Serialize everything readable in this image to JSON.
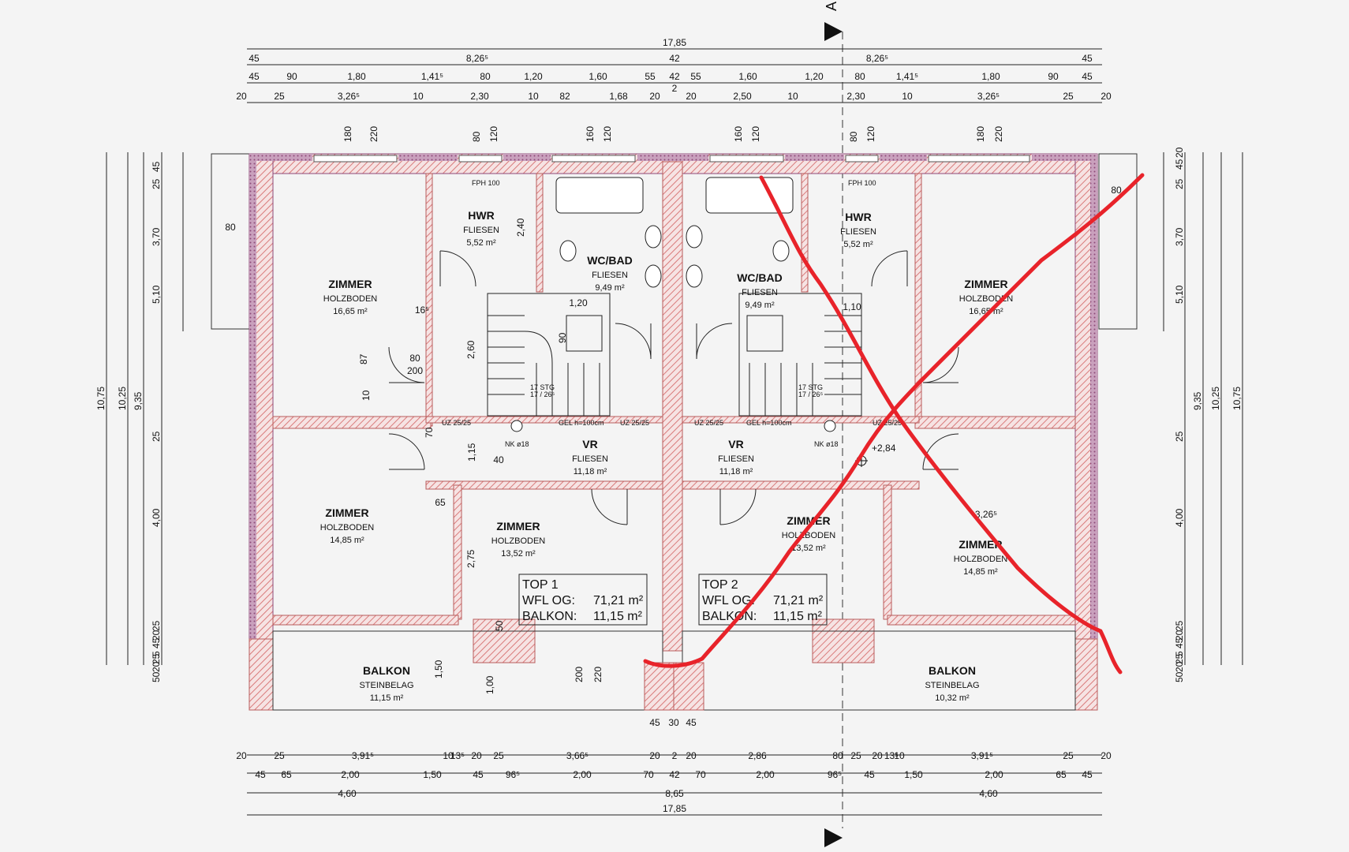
{
  "section_marker": "A",
  "dims_top": {
    "overall": "17,85",
    "row2": [
      "45",
      "8,26⁵",
      "42",
      "8,26⁵",
      "45"
    ],
    "row3": [
      "45",
      "90",
      "1,80",
      "1,41⁵",
      "80",
      "1,20",
      "1,60",
      "55",
      "42",
      "55",
      "1,60",
      "1,20",
      "80",
      "1,41⁵",
      "1,80",
      "90",
      "45"
    ],
    "row3_mid": "2",
    "row4": [
      "20",
      "25",
      "3,26⁵",
      "10",
      "2,30",
      "10",
      "82",
      "1,68",
      "20",
      "20",
      "2,50",
      "10",
      "2,30",
      "10",
      "3,26⁵",
      "25",
      "20"
    ],
    "windows": [
      [
        "180",
        "220"
      ],
      [
        "80",
        "120"
      ],
      [
        "160",
        "120"
      ],
      [
        "160",
        "120"
      ],
      [
        "80",
        "120"
      ],
      [
        "180",
        "220"
      ]
    ]
  },
  "dims_bottom": {
    "row1": [
      "20",
      "25",
      "3,91⁵",
      "10",
      "13⁵",
      "20",
      "25",
      "3,66⁵",
      "20",
      "2",
      "20",
      "2,86",
      "80",
      "25",
      "20",
      "13⁵",
      "10",
      "3,91⁵",
      "25",
      "20"
    ],
    "row2": [
      "45",
      "65",
      "2,00",
      "1,50",
      "45",
      "96⁵",
      "2,00",
      "70",
      "42",
      "70",
      "2,00",
      "96⁵",
      "45",
      "1,50",
      "2,00",
      "65",
      "45"
    ],
    "row3": [
      "4,60",
      "8,65",
      "4,60"
    ],
    "overall": "17,85",
    "stair": [
      "45",
      "30",
      "45"
    ]
  },
  "dims_left": {
    "outer": [
      "10,75",
      "10,25",
      "9,35"
    ],
    "inner": [
      "45",
      "25",
      "3,70",
      "5,10",
      "25",
      "4,00",
      "25",
      "20",
      "45",
      "5",
      "25",
      "20",
      "50"
    ],
    "balcony": "80"
  },
  "dims_right": {
    "outer": [
      "10,75",
      "10,25",
      "9,35"
    ],
    "inner": [
      "20",
      "45",
      "25",
      "3,70",
      "5,10",
      "25",
      "4,00",
      "25",
      "20",
      "45",
      "5",
      "25",
      "20",
      "50"
    ],
    "balcony": "80"
  },
  "rooms": [
    {
      "name": "ZIMMER",
      "floor": "HOLZBODEN",
      "area": "16,65 m²"
    },
    {
      "name": "HWR",
      "floor": "FLIESEN",
      "area": "5,52 m²"
    },
    {
      "name": "WC/BAD",
      "floor": "FLIESEN",
      "area": "9,49 m²"
    },
    {
      "name": "WC/BAD",
      "floor": "FLIESEN",
      "area": "9,49 m²"
    },
    {
      "name": "HWR",
      "floor": "FLIESEN",
      "area": "5,52 m²"
    },
    {
      "name": "ZIMMER",
      "floor": "HOLZBODEN",
      "area": "16,65 m²"
    },
    {
      "name": "ZIMMER",
      "floor": "HOLZBODEN",
      "area": "14,85 m²"
    },
    {
      "name": "VR",
      "floor": "FLIESEN",
      "area": "11,18 m²"
    },
    {
      "name": "ZIMMER",
      "floor": "HOLZBODEN",
      "area": "13,52 m²"
    },
    {
      "name": "VR",
      "floor": "FLIESEN",
      "area": "11,18 m²"
    },
    {
      "name": "ZIMMER",
      "floor": "HOLZBODEN",
      "area": "13,52 m²"
    },
    {
      "name": "ZIMMER",
      "floor": "HOLZBODEN",
      "area": "14,85 m²"
    },
    {
      "name": "BALKON",
      "floor": "STEINBELAG",
      "area": "11,15 m²"
    },
    {
      "name": "BALKON",
      "floor": "STEINBELAG",
      "area": "10,32 m²"
    }
  ],
  "tops": [
    {
      "title": "TOP 1",
      "wfl_label": "WFL OG:",
      "wfl": "71,21 m²",
      "balkon_label": "BALKON:",
      "balkon": "11,15 m²"
    },
    {
      "title": "TOP 2",
      "wfl_label": "WFL OG:",
      "wfl": "71,21 m²",
      "balkon_label": "BALKON:",
      "balkon": "11,15 m²"
    }
  ],
  "labels": {
    "fph": "FPH 100",
    "uz": "UZ 25/25",
    "gel": "GEL h=100cm",
    "nk": "NK ø18",
    "stg": "17 STG",
    "stg_sub": "17 / 26⁵",
    "level": "+2,84"
  },
  "interior_dims": [
    "80",
    "200",
    "87",
    "16⁵",
    "1,20",
    "2,40",
    "2,60",
    "90",
    "10",
    "70",
    "1,15",
    "40",
    "65",
    "2,75",
    "50",
    "1,50",
    "1,00",
    "200",
    "220",
    "1,10",
    "3,26⁵"
  ],
  "colors": {
    "wall": "#8e4a78",
    "wall_hatch": "#d97b7b",
    "strike": "#e8232a"
  }
}
